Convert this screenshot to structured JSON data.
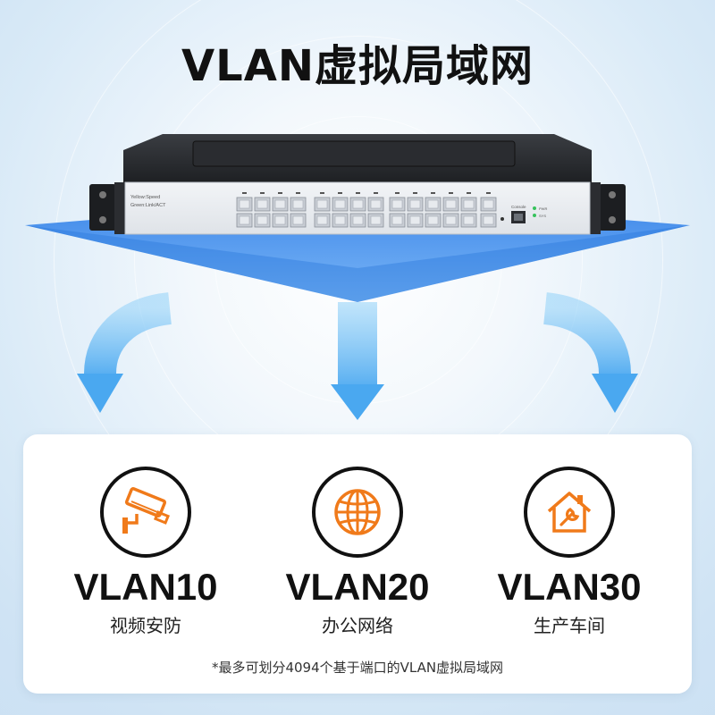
{
  "title": "VLAN虚拟局域网",
  "device": {
    "legend_line1": "Yellow:Speed",
    "legend_line2": "Green:Link/ACT",
    "console_label": "Console",
    "led_pwr": "PWR",
    "led_sys": "SYS"
  },
  "vlans": [
    {
      "name": "VLAN10",
      "desc": "视频安防",
      "icon": "security-camera-icon"
    },
    {
      "name": "VLAN20",
      "desc": "办公网络",
      "icon": "globe-icon"
    },
    {
      "name": "VLAN30",
      "desc": "生产车间",
      "icon": "house-wrench-icon"
    }
  ],
  "footnote": "*最多可划分4094个基于端口的VLAN虚拟局域网",
  "colors": {
    "accent_orange": "#f07a1a",
    "blue_plane": "#3f8ef0",
    "arrow_blue": "#5cb4f2"
  }
}
